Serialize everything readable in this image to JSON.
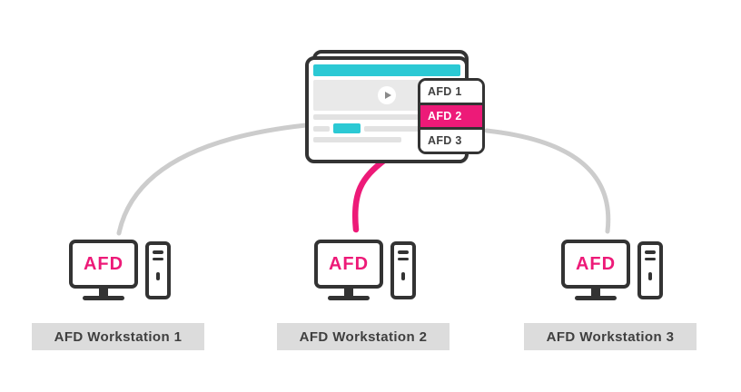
{
  "diagram": {
    "browser": {
      "afd_list": {
        "items": [
          {
            "label": "AFD 1",
            "active": false
          },
          {
            "label": "AFD 2",
            "active": true
          },
          {
            "label": "AFD 3",
            "active": false
          }
        ]
      }
    },
    "workstations": [
      {
        "monitor_label": "AFD",
        "caption": "AFD Workstation 1"
      },
      {
        "monitor_label": "AFD",
        "caption": "AFD Workstation 2"
      },
      {
        "monitor_label": "AFD",
        "caption": "AFD Workstation 3"
      }
    ],
    "colors": {
      "pink": "#ED1A78",
      "teal": "#2BC9D4",
      "stroke_dark": "#333333",
      "connector_gray": "#CCCCCC",
      "label_bg": "#DCDCDC",
      "label_text": "#3F3F3F"
    }
  }
}
